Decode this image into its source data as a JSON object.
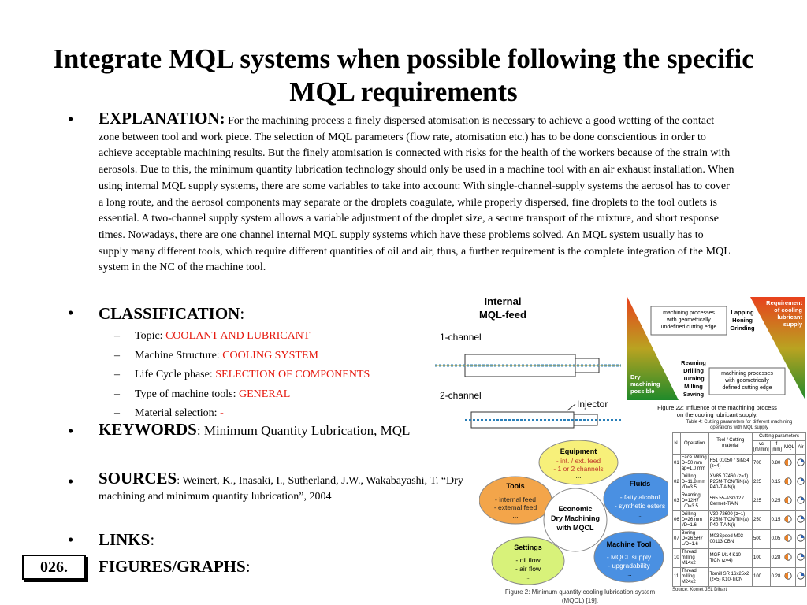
{
  "title": "Integrate MQL systems when possible following the specific MQL requirements",
  "bullet_char": "•",
  "explanation": {
    "label": "EXPLANATION",
    "colon": ":",
    "text": "For the machining process a finely dispersed atomisation is necessary to achieve a good wetting of the contact zone between tool and work piece. The selection of MQL parameters (flow rate, atomisation etc.) has to be done conscientious in order to achieve acceptable machining results. But the finely atomisation is connected with risks for the health of the workers because of the strain with aerosols. Due to this, the minimum quantity lubrication technology should only be used in a machine tool with an air exhaust installation. When using internal MQL supply systems, there are some variables to take into account: With single-channel-supply systems the aerosol has to cover a long route, and the aerosol components may separate or the droplets coagulate, while properly dispersed, fine droplets to the tool outlets is essential. A two-channel supply system allows a variable adjustment of the droplet size, a secure transport of the mixture, and short response times. Nowadays, there are one channel internal MQL supply systems which have these problems solved. An MQL system usually has to supply many different tools, which require different quantities of oil and air, thus, a further requirement is the complete integration of the MQL system in the NC of the machine tool."
  },
  "classification": {
    "label": "CLASSIFICATION",
    "colon": ":",
    "dash": "–",
    "items": [
      {
        "key": "Topic:",
        "value": "COOLANT AND LUBRICANT"
      },
      {
        "key": "Machine Structure:",
        "value": "COOLING SYSTEM"
      },
      {
        "key": "Life Cycle phase:",
        "value": "SELECTION OF COMPONENTS"
      },
      {
        "key": "Type of machine tools:",
        "value": "GENERAL"
      },
      {
        "key": "Material selection:",
        "value": "-"
      }
    ]
  },
  "keywords": {
    "label": "KEYWORDS",
    "text": ": Minimum Quantity Lubrication, MQL"
  },
  "sources": {
    "label": "SOURCES",
    "text": ": Weinert, K., Inasaki, I., Sutherland, J.W., Wakabayashi, T. “Dry machining and minimum quantity lubrication”, 2004"
  },
  "links": {
    "label": "LINKS",
    "colon": ":"
  },
  "figures": {
    "label": "FIGURES/GRAPHS",
    "colon": ":"
  },
  "slide_number": "026.",
  "fig_mql_feed": {
    "title_line1": "Internal",
    "title_line2": "MQL-feed",
    "one_channel": "1-channel",
    "two_channel": "2-channel",
    "injector": "Injector"
  },
  "fig22": {
    "requirement": [
      "Requirement",
      "of cooling",
      "lubricant",
      "supply"
    ],
    "dry": [
      "Dry",
      "machining",
      "possible"
    ],
    "box_top": [
      "machining processes",
      "with geometrically",
      "undefined cutting edge"
    ],
    "box_bottom": [
      "machining processes",
      "with geometrically",
      "defined cutting edge"
    ],
    "list_top": [
      "Lapping",
      "Honing",
      "Grinding"
    ],
    "list_bottom": [
      "Reaming",
      "Drilling",
      "Turning",
      "Milling",
      "Sawing"
    ],
    "caption": [
      "Figure 22: Influence of the machining process",
      "on the cooling lubricant supply."
    ]
  },
  "table4": {
    "caption": [
      "Table 4: Cutting parameters for different machining",
      "operations with MQL supply"
    ],
    "group_header": "Cutting parameters",
    "headers": [
      "N.",
      "Operation",
      "Tool / Cutting material",
      "vc [m/min]",
      "f [mm]",
      "MQL",
      "Air"
    ],
    "rows": [
      {
        "n": "01",
        "op": "Face Milling D=50 mm ap=1.0 mm",
        "tool": "F51 01050 / SiN34 (z=4)",
        "vc": "700",
        "f": "0.80"
      },
      {
        "n": "02",
        "op": "Drilling D=11.8 mm l/D=3.5",
        "tool": "XV85 07460 (z=1) P25M-TiCN/TiN(a) P40-TiAlN(i)",
        "vc": "225",
        "f": "0.15"
      },
      {
        "n": "03",
        "op": "Reaming D=12H7 L/D=3.5",
        "tool": "565.55-ASG12 / Cermet-TiAlN",
        "vc": "225",
        "f": "0.25"
      },
      {
        "n": "06",
        "op": "Drilling D=26 mm l/D=1.6",
        "tool": "V30 72600 (z=1) P25M-TiCN/TiN(a) P40-TiAlN(i)",
        "vc": "250",
        "f": "0.15"
      },
      {
        "n": "07",
        "op": "Boring D=26.5H7 L/D=1.6",
        "tool": "M03Speed M03 00113 CBN",
        "vc": "500",
        "f": "0.05"
      },
      {
        "n": "10",
        "op": "Thread milling M14x2",
        "tool": "MGF-M14 K10-TiCN (z=4)",
        "vc": "100",
        "f": "0.28"
      },
      {
        "n": "11",
        "op": "Thread milling M24x2",
        "tool": "Tomill SR 16x25x2 (z=5) K10-TiCN",
        "vc": "100",
        "f": "0.28"
      }
    ],
    "source": "Source: Komet JEL Dihart"
  },
  "fig2": {
    "center": [
      "Economic",
      "Dry Machining",
      "with MQCL"
    ],
    "equipment": {
      "title": "Equipment",
      "lines": [
        "- int. / ext. feed",
        "- 1 or 2 channels",
        "..."
      ]
    },
    "tools": {
      "title": "Tools",
      "lines": [
        "- internal feed",
        "- external feed",
        "..."
      ]
    },
    "fluids": {
      "title": "Fluids",
      "lines": [
        "- fatty alcohol",
        "- synthetic esters",
        "..."
      ]
    },
    "settings": {
      "title": "Settings",
      "lines": [
        "- oil flow",
        "- air flow",
        "..."
      ]
    },
    "machine": {
      "title": "Machine Tool",
      "lines": [
        "- MQCL supply",
        "- upgradability",
        "..."
      ]
    },
    "caption": [
      "Figure 2: Minimum quantity cooling lubrication system",
      "(MQCL) [19]."
    ]
  },
  "colors": {
    "accent_red": "#e5180e",
    "green": "#2e8b2e",
    "orange": "#f3a54a",
    "blue": "#4a90e2",
    "yellow": "#f7f07a"
  }
}
